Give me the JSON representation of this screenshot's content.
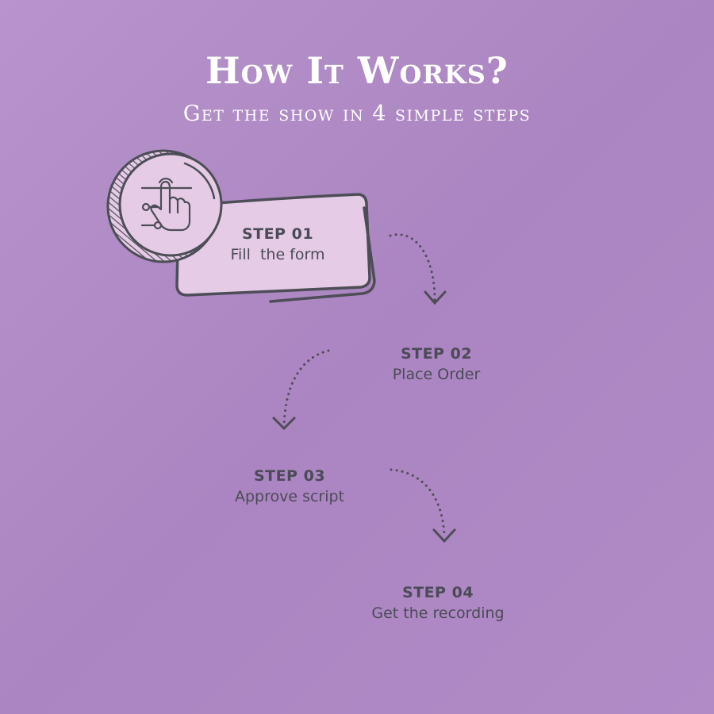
{
  "header": {
    "title": "How It Works?",
    "subtitle": "Get the show in 4 simple steps"
  },
  "colors": {
    "background_start": "#b592c8",
    "background_end": "#a579bc",
    "card_fill": "#e6cbe6",
    "outline": "#4d4d57",
    "text": "#4b4b57"
  },
  "steps": [
    {
      "label": "STEP 01",
      "caption": "Fill  the form",
      "icon": "touch-slider-icon"
    },
    {
      "label": "STEP 02",
      "caption": "Place Order",
      "icon": "browser-click-icon"
    },
    {
      "label": "STEP 03",
      "caption": "Approve script",
      "icon": "script-pen-icon"
    },
    {
      "label": "STEP 04",
      "caption": "Get the recording",
      "icon": "mail-audio-icon"
    }
  ]
}
